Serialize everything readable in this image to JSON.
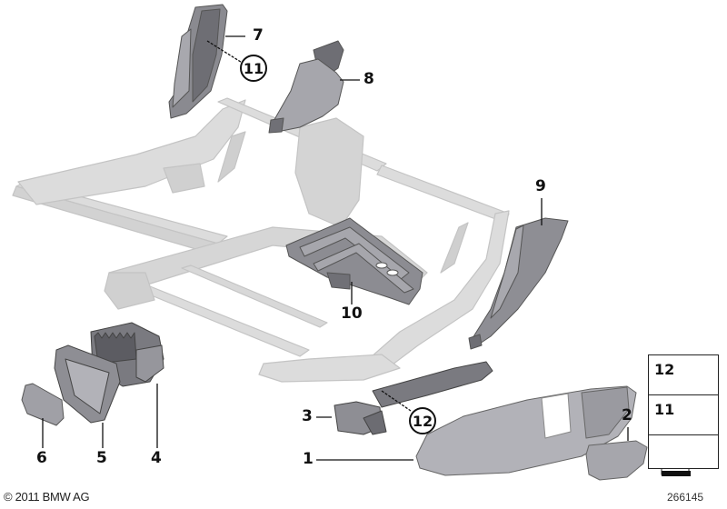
{
  "diagram": {
    "title": "Seat frame trim covers parts diagram",
    "colors": {
      "frame": "#d6d6d6",
      "frame_stroke": "#bdbdbd",
      "part_dark": "#7a7a80",
      "part_mid": "#9a9aa0",
      "part_light": "#b8b8bc",
      "label": "#111111"
    },
    "callouts": [
      {
        "number": "1",
        "name": "trim-cover-outer"
      },
      {
        "number": "2",
        "name": "cover-cap"
      },
      {
        "number": "3",
        "name": "bracket"
      },
      {
        "number": "4",
        "name": "switch-unit"
      },
      {
        "number": "5",
        "name": "switch-bezel"
      },
      {
        "number": "6",
        "name": "cover-insert"
      },
      {
        "number": "7",
        "name": "rear-trim-panel"
      },
      {
        "number": "8",
        "name": "hinge-cover"
      },
      {
        "number": "9",
        "name": "side-trim-panel"
      },
      {
        "number": "10",
        "name": "mounting-plate"
      }
    ],
    "circled_callouts": [
      {
        "number": "11",
        "name": "expanding-rivet-ref"
      },
      {
        "number": "12",
        "name": "pin-ref"
      }
    ],
    "legend": {
      "items": [
        {
          "number": "12",
          "icon": "pin-icon"
        },
        {
          "number": "11",
          "icon": "expanding-rivet-icon"
        }
      ],
      "arrow_icon": "direction-arrow-icon"
    },
    "copyright": "© 2011 BMW AG",
    "diagram_number": "266145"
  }
}
